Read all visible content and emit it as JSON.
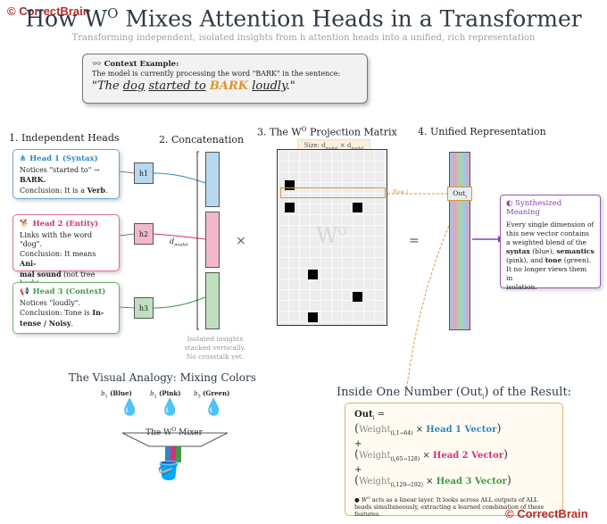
{
  "brand": {
    "top": "© CorrectBrain",
    "bottom": "© CorrectBrain"
  },
  "header": {
    "title_prefix": "How W",
    "title_sup": "O",
    "title_suffix": " Mixes Attention Heads in a Transformer",
    "subtitle": "Transforming independent, isolated insights from h attention heads into a unified, rich representation"
  },
  "context": {
    "label": "Context Example:",
    "desc": "The model is currently processing the word \"BARK\" in the sentence:",
    "s1": "\"The ",
    "s2": "dog",
    "s3": " ",
    "s4": "started to",
    "s5": " ",
    "s6": "BARK",
    "s7": " ",
    "s8": "loudly",
    "s9": ".\""
  },
  "sections": {
    "s1": "1. Independent Heads",
    "s2": "2. Concatenation",
    "s3": "3. The W",
    "s3sup": "O",
    "s3b": " Projection Matrix",
    "s4": "4. Unified Representation"
  },
  "heads": [
    {
      "name": "Head 1 (Syntax)",
      "l1": "Notices \"started to\" →",
      "l2": "BARK.",
      "l3": "Conclusion: It is a ",
      "l3b": "Verb",
      "l3c": "."
    },
    {
      "name": "Head 2 (Entity)",
      "l1": "Links with the word \"dog\".",
      "l2": "Conclusion: It means ",
      "l2b": "Ani-",
      "l3b": "mal sound",
      "l3c": " (not tree bark)."
    },
    {
      "name": "Head 3 (Context)",
      "l1": "Notices \"loudly\".",
      "l2": "Conclusion: Tone is ",
      "l2b": "In-",
      "l3b": "tense / Noisy",
      "l3c": "."
    }
  ],
  "hvecs": [
    "h1",
    "h2",
    "h3"
  ],
  "concat": {
    "dim": "d",
    "dim_sub": "model",
    "note1": "Isolated insights",
    "note2": "stacked vertically.",
    "note3": "No crosstalk yet."
  },
  "matrix": {
    "size_label": "Size: d",
    "size_mid": " × d",
    "sub": "model",
    "watermark": "W",
    "watermark_sup": "O",
    "row_label": "Row i"
  },
  "ops": {
    "times": "×",
    "equals": "="
  },
  "unified": {
    "out_label": "Out",
    "out_sub": "i"
  },
  "synth": {
    "title": "Synthesized Meaning",
    "t1": "Every single dimension of",
    "t2": "this new vector contains",
    "t3": "a weighted blend of the",
    "t4a": "syntax",
    "t4b": " (blue), ",
    "t4c": "semantics",
    "t5a": "(pink), and ",
    "t5b": "tone",
    "t5c": " (green).",
    "t6": "It no longer views them in",
    "t7": "isolation."
  },
  "analogy": {
    "title": "The Visual Analogy: Mixing Colors",
    "d1a": "b",
    "d1b": "1",
    "d1c": " (Blue)",
    "d2a": "b",
    "d2b": "2",
    "d2c": " (Pink)",
    "d3a": "b",
    "d3b": "3",
    "d3c": " (Green)",
    "mixer_label": "The W",
    "mixer_sup": "O",
    "mixer_suffix": " Mixer"
  },
  "inside": {
    "title": "Inside One Number (Out",
    "title_sub": "i",
    "title_end": ") of the Result:",
    "out": "Out",
    "out_sub": "i",
    "out_eq": " =",
    "w": "Weight",
    "r1": "(i,1→64)",
    "v1": "Head 1 Vector",
    "r2": "(i,65→128)",
    "v2": "Head 2 Vector",
    "r3": "(i,129→192)",
    "v3": "Head 3 Vector",
    "plus": "+",
    "times": " × ",
    "fn1": "W",
    "fn1sup": "O",
    "fn2": " acts as a linear layer. It looks across ALL outputs of ALL",
    "fn3": "heads simultaneously, extracting a learned combination of these",
    "fn4": "features."
  },
  "colors": {
    "blue": "#2f86c3",
    "pink": "#d4307a",
    "green": "#3f9a45",
    "orange": "#e0952c",
    "purple": "#8b3fae"
  }
}
